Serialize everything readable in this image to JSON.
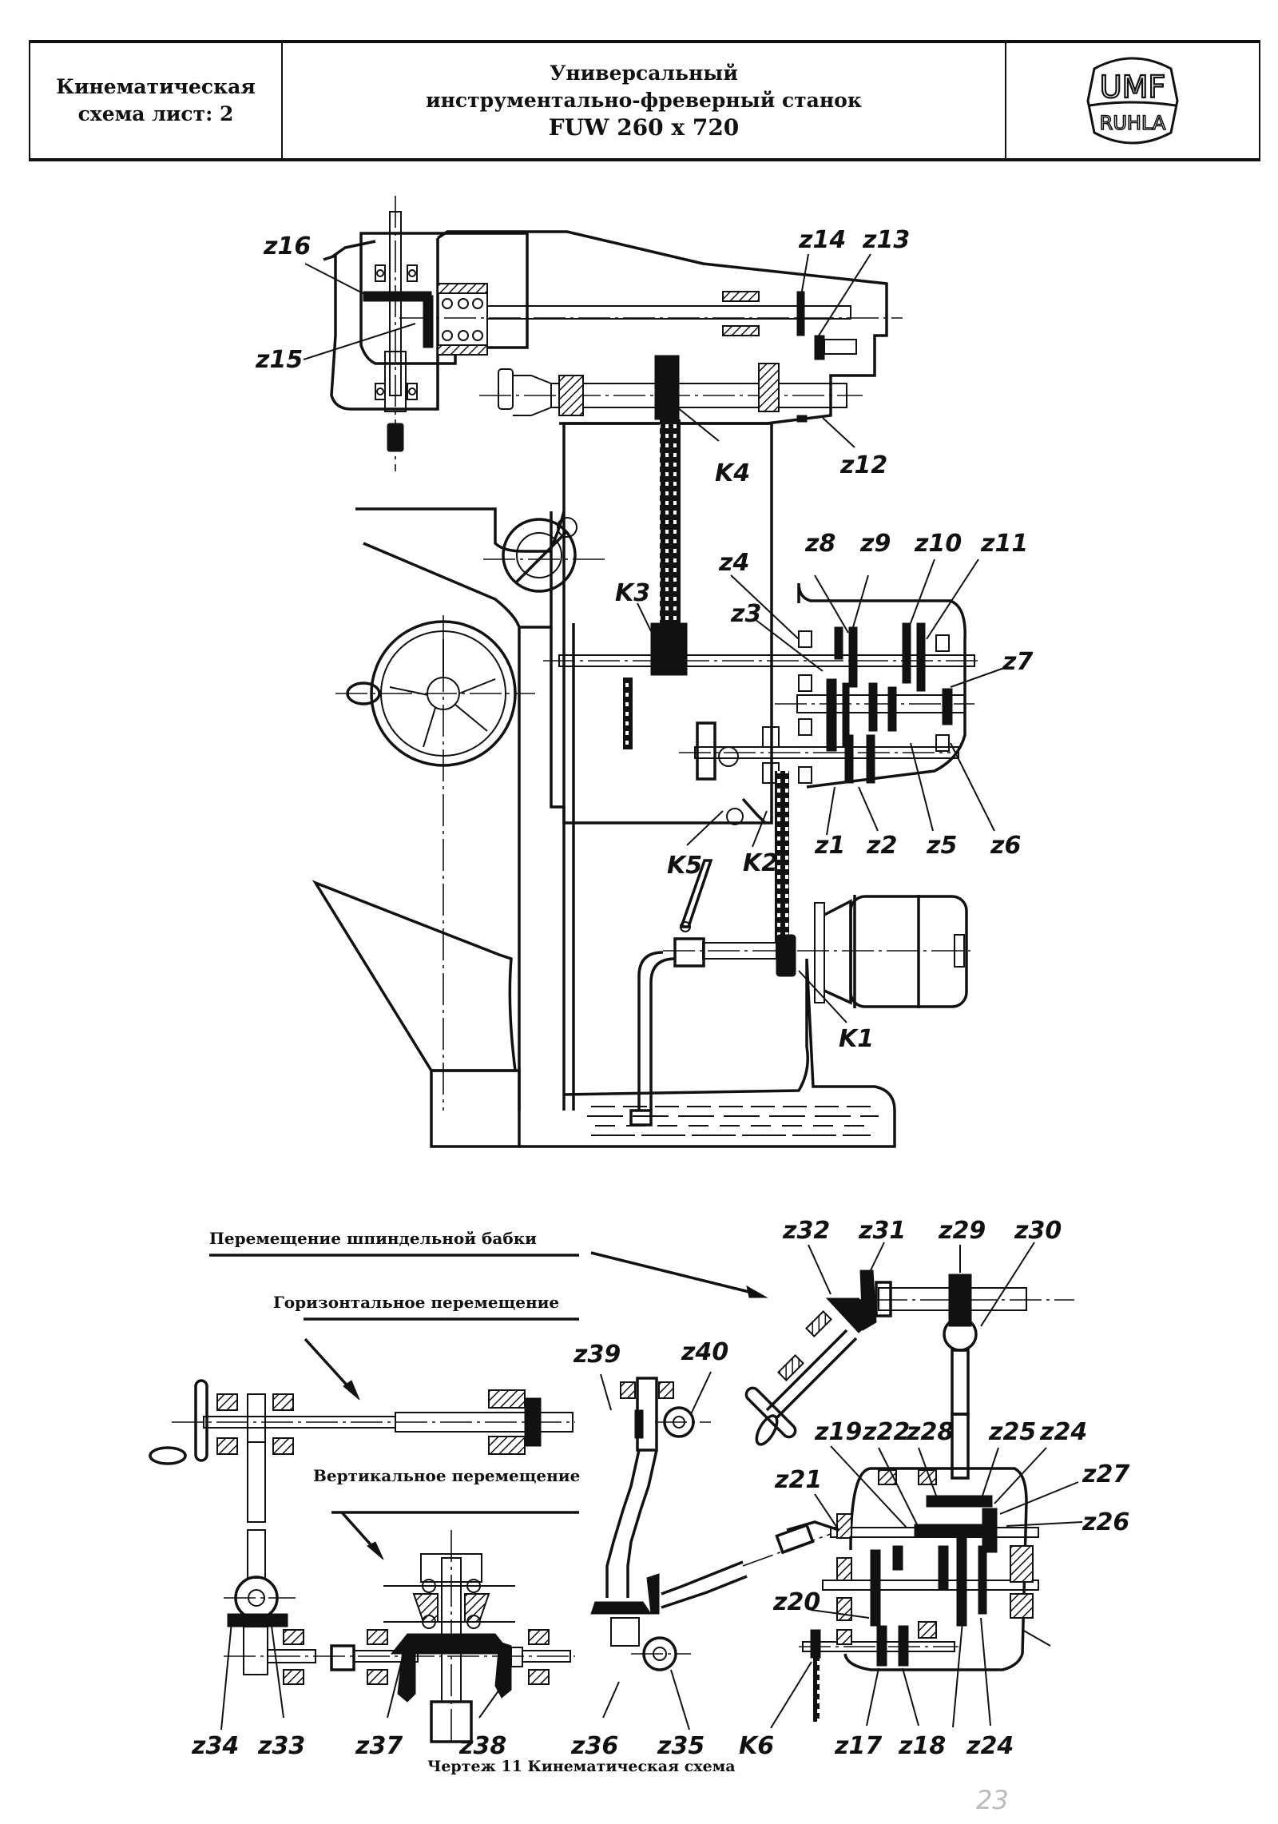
{
  "title_block": {
    "sheet_label_line1": "Кинематическая",
    "sheet_label_line2": "схема лист: 2",
    "title_line1": "Универсальный",
    "title_line2": "инструментально-фреверный станок",
    "model": "FUW 260 x 720",
    "logo_top": "UMF",
    "logo_bottom": "RUHLA"
  },
  "captions": {
    "spindle_head_movement": "Перемещение шпиндельной бабки",
    "horizontal_movement": "Горизонтальное перемещение",
    "vertical_movement": "Вертикальное перемещение",
    "figure_caption": "Чертеж 11  Кинематическая схема",
    "page_number": "23"
  },
  "labels": {
    "upper": {
      "z16": "z16",
      "z15": "z15",
      "z14": "z14",
      "z13": "z13",
      "z12": "z12",
      "k4": "K4",
      "k3": "K3",
      "z8": "z8",
      "z9": "z9",
      "z10": "z10",
      "z11": "z11",
      "z4": "z4",
      "z3": "z3",
      "z7": "z7",
      "z1": "z1",
      "z2": "z2",
      "z5": "z5",
      "z6": "z6",
      "k5": "K5",
      "k2": "K2",
      "k1": "K1"
    },
    "lower": {
      "z32": "z32",
      "z31": "z31",
      "z29": "z29",
      "z30": "z30",
      "z39": "z39",
      "z40": "z40",
      "z19": "z19",
      "z22": "z22",
      "z28": "z28",
      "z25": "z25",
      "z24_top": "z24",
      "z27": "z27",
      "z26": "z26",
      "z21": "z21",
      "z20": "z20",
      "z34": "z34",
      "z33": "z33",
      "z37": "z37",
      "z38": "z38",
      "z36": "z36",
      "z35": "z35",
      "k6": "K6",
      "z17": "z17",
      "z18": "z18",
      "z24_bottom": "z24"
    }
  }
}
